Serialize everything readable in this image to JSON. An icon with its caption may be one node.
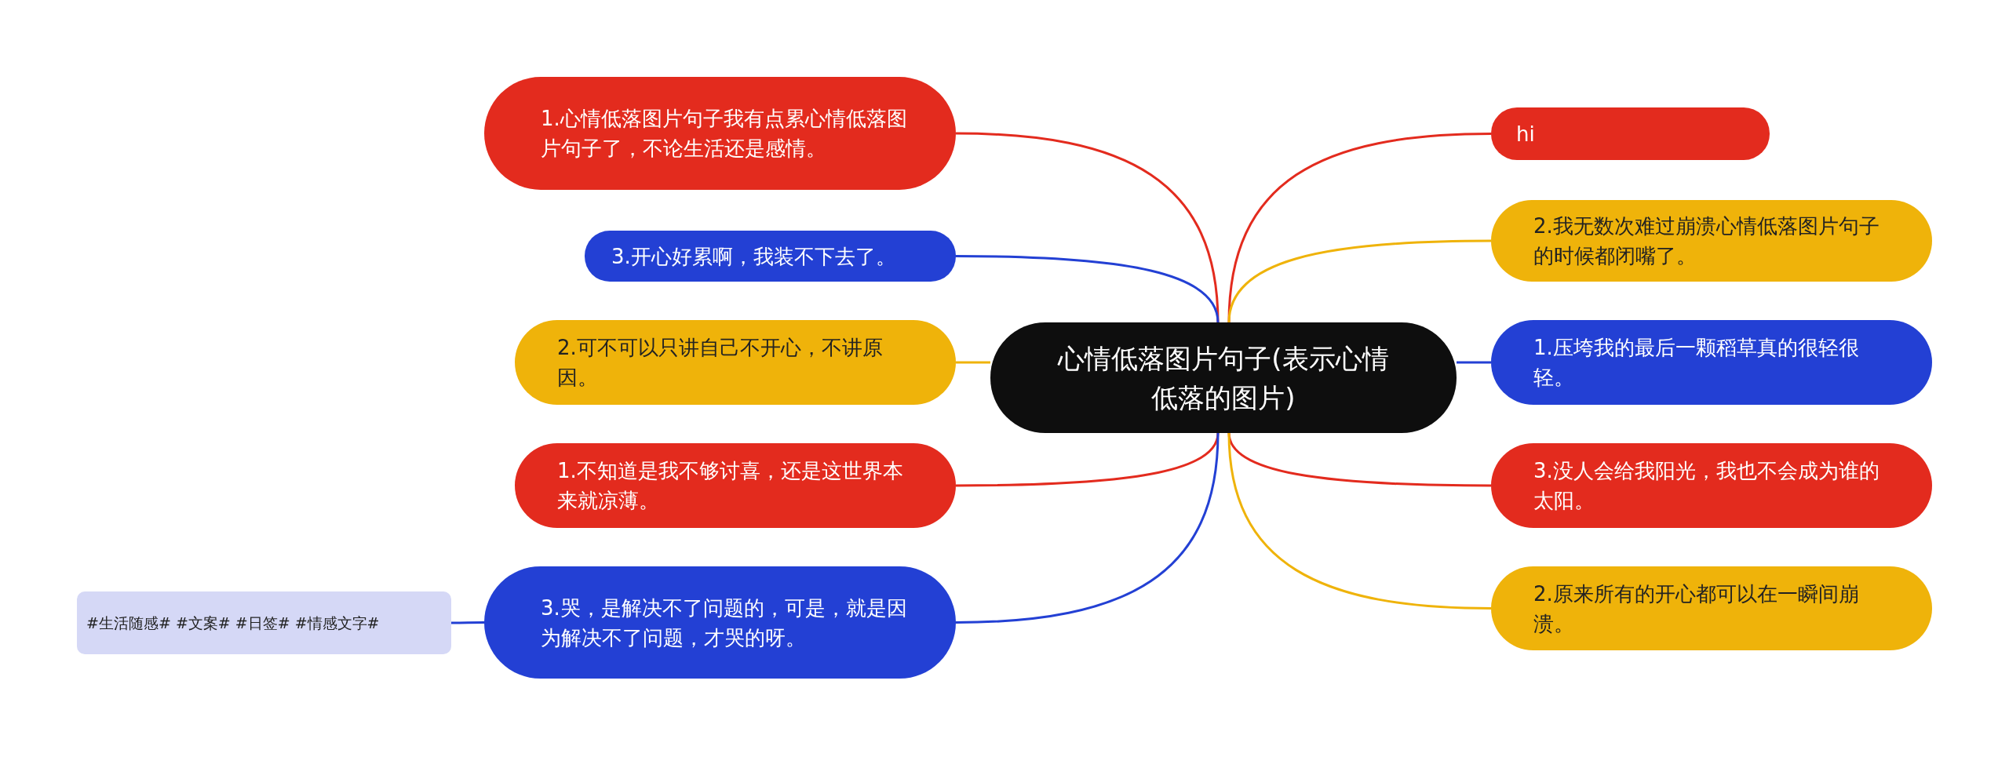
{
  "diagram": {
    "nodes": [
      {
        "text": [
          "心情低落图片句子(表示心情低落的图片)"
        ]
      },
      {
        "text": [
          "1.心情低落图片句子我有点累心情低落图片句子了，不论生活还是感情。"
        ]
      },
      {
        "text": [
          "3.开心好累啊，我装不下去了。"
        ]
      },
      {
        "text": [
          "2.可不可以只讲自己不开心，不讲原因。"
        ]
      },
      {
        "text": [
          "1.不知道是我不够讨喜，还是这世界本来就凉薄。"
        ]
      },
      {
        "text": [
          "3.哭，是解决不了问题的，可是，就是因为解决不了问题，才哭的呀。"
        ]
      },
      {
        "text": [
          "#生活随感# #文案# #日签# #情感文字#"
        ]
      },
      {
        "text": [
          "hi"
        ]
      },
      {
        "text": [
          "2.我无数次难过崩溃心情低落图片句子的时候都闭嘴了。"
        ]
      },
      {
        "text": [
          "1.压垮我的最后一颗稻草真的很轻很轻。"
        ]
      },
      {
        "text": [
          "3.没人会给我阳光，我也不会成为谁的太阳。"
        ]
      },
      {
        "text": [
          "2.原来所有的开心都可以在一瞬间崩溃。"
        ]
      }
    ],
    "edges": [
      {
        "from": 0,
        "to": 1,
        "arrow": "none",
        "color": "#e32b1e"
      },
      {
        "from": 0,
        "to": 2,
        "arrow": "none",
        "color": "#2340d4"
      },
      {
        "from": 0,
        "to": 3,
        "arrow": "none",
        "color": "#efb30a"
      },
      {
        "from": 0,
        "to": 4,
        "arrow": "none",
        "color": "#e32b1e"
      },
      {
        "from": 0,
        "to": 5,
        "arrow": "none",
        "color": "#2340d4"
      },
      {
        "from": 5,
        "to": 6,
        "arrow": "none",
        "color": "#2340d4"
      },
      {
        "from": 0,
        "to": 7,
        "arrow": "none",
        "color": "#e32b1e"
      },
      {
        "from": 0,
        "to": 8,
        "arrow": "none",
        "color": "#efb30a"
      },
      {
        "from": 0,
        "to": 9,
        "arrow": "none",
        "color": "#2340d4"
      },
      {
        "from": 0,
        "to": 10,
        "arrow": "none",
        "color": "#e32b1e"
      },
      {
        "from": 0,
        "to": 11,
        "arrow": "none",
        "color": "#efb30a"
      }
    ]
  }
}
